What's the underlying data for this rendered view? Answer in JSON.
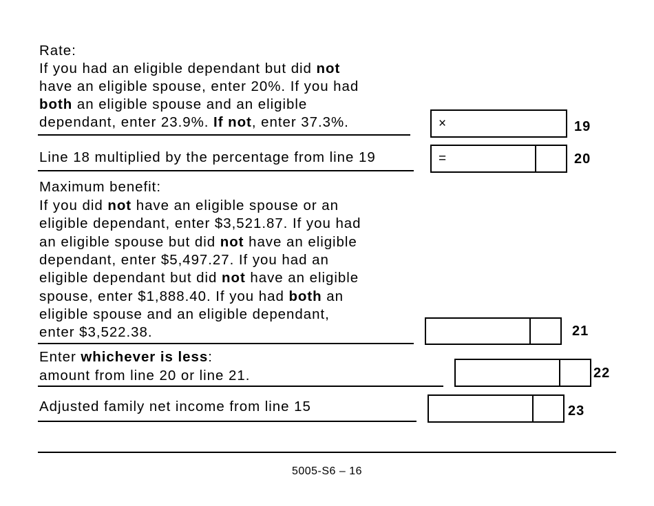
{
  "sections": {
    "rate": {
      "heading": "Rate:",
      "l1a": "If you had an eligible dependant but did ",
      "l1b": "not",
      "l2": "have an eligible spouse, enter 20%. If you had",
      "l3a": "both",
      "l3b": " an eligible spouse and an eligible",
      "l4a": "dependant, enter 23.9%. ",
      "l4b": "If not",
      "l4c": ", enter 37.3%.",
      "operator": "×",
      "line_number": "19"
    },
    "line20": {
      "text": "Line 18 multiplied by the percentage from line 19",
      "operator": "=",
      "line_number": "20"
    },
    "max_benefit": {
      "heading": "Maximum benefit:",
      "l1a": "If you did ",
      "l1b": "not",
      "l1c": " have an eligible spouse or an",
      "l2": "eligible dependant, enter $3,521.87. If you had",
      "l3a": "an eligible spouse but did ",
      "l3b": "not",
      "l3c": " have an eligible",
      "l4": "dependant, enter $5,497.27. If you had an",
      "l5a": "eligible dependant but did ",
      "l5b": "not",
      "l5c": " have an eligible",
      "l6a": "spouse, enter $1,888.40. If you had ",
      "l6b": "both",
      "l6c": " an",
      "l7": "eligible spouse and an eligible dependant,",
      "l8": "enter $3,522.38.",
      "line_number": "21"
    },
    "lesser": {
      "l1a": "Enter ",
      "l1b": "whichever is less",
      "l1c": ":",
      "l2": "amount from line 20 or line 21.",
      "line_number": "22"
    },
    "adjusted": {
      "text": "Adjusted family net income from line 15",
      "line_number": "23"
    }
  },
  "footer": {
    "page_label": "5005-S6 – 16"
  }
}
